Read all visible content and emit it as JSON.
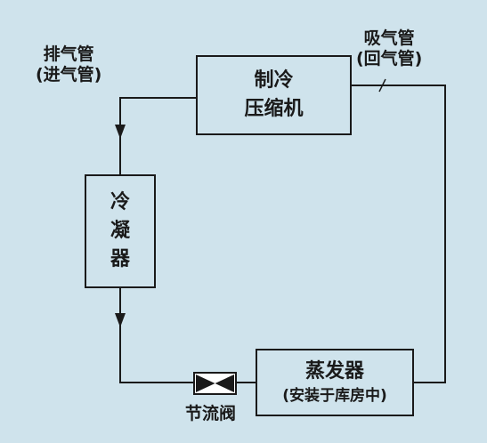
{
  "diagram": {
    "compressor": {
      "line1": "制冷",
      "line2": "压缩机"
    },
    "condenser": {
      "line1": "冷",
      "line2": "凝",
      "line3": "器"
    },
    "evaporator": {
      "line1": "蒸发器",
      "line2": "(安装于库房中)"
    },
    "throttle_valve": {
      "label": "节流阀"
    },
    "discharge_pipe": {
      "line1": "排气管",
      "line2": "(进气管)"
    },
    "suction_pipe": {
      "line1": "吸气管",
      "line2": "(回气管)"
    }
  }
}
